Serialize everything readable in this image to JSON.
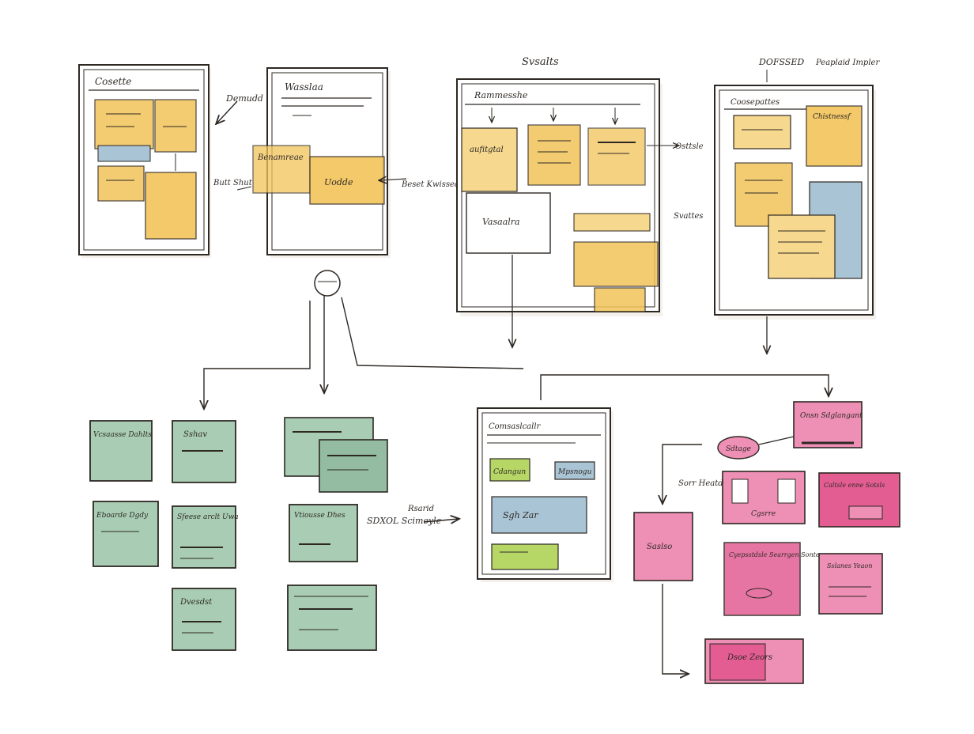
{
  "title": "",
  "colors": {
    "ink": "#2e2823",
    "paper": "#ffffff",
    "yellow": "#f2c459",
    "yellow_light": "#f6d98e",
    "blue": "#a9c4d4",
    "green": "#a9cdb4",
    "green_dark": "#93bca3",
    "lime": "#b6d766",
    "pink": "#ee8fb5",
    "pink_dark": "#e35d93",
    "shadow": "#ece7e1"
  },
  "labels": {
    "wire1_title": "Cosette",
    "wire1_annotation": "Demudd",
    "wire1_side_note": "Butt Shut",
    "wire2_title": "Wasslaa",
    "wire2_card_a": "Benamreae",
    "wire2_card_b": "Uodde",
    "wire2_side_note": "Beset Kwisseand",
    "wire3_heading": "Svsalts",
    "wire3_subtitle": "Rammesshe",
    "wire3_card_a": "aufitgtal",
    "wire3_box": "Vasaalra",
    "wire3_annotation": "Osttsle",
    "wire3_annotation_2": "Svattes",
    "wire4_heading_a": "DOFSSED",
    "wire4_heading_b": "Peaplaid Impler",
    "wire4_title": "Coosepattes",
    "wire4_card_a": "Chistnessf",
    "green_card_1": "Vcsaasse Dahlts",
    "green_card_2": "Sshav",
    "green_card_3": "Eboarde Dgdy",
    "green_card_4": "Sfeese arclt Uwa",
    "green_card_5": "Dvesdst",
    "green_card_6": "Vtiousse Dhes",
    "green_side_note": "SDXOL Scimeyle",
    "green_arrow_label": "Rsarid",
    "center_title": "Comsaslcallr",
    "center_chip_a": "Cdangun",
    "center_chip_b": "Mpsnogu",
    "center_chip_c": "Sgh Zar",
    "pink_header": "Onsn Sdglangant",
    "pink_oval": "Sdtage",
    "pink_side_note": "Sorr Heatdls",
    "pink_card_main": "Saslso",
    "pink_card_b": "Cgsrre",
    "pink_card_c": "Caltsle enne Sotsls",
    "pink_card_d": "Cyepsstdsle Searrgen Sonte",
    "pink_card_e": "Sslanes Yeaon",
    "pink_card_f": "Dsoe Zeors"
  }
}
